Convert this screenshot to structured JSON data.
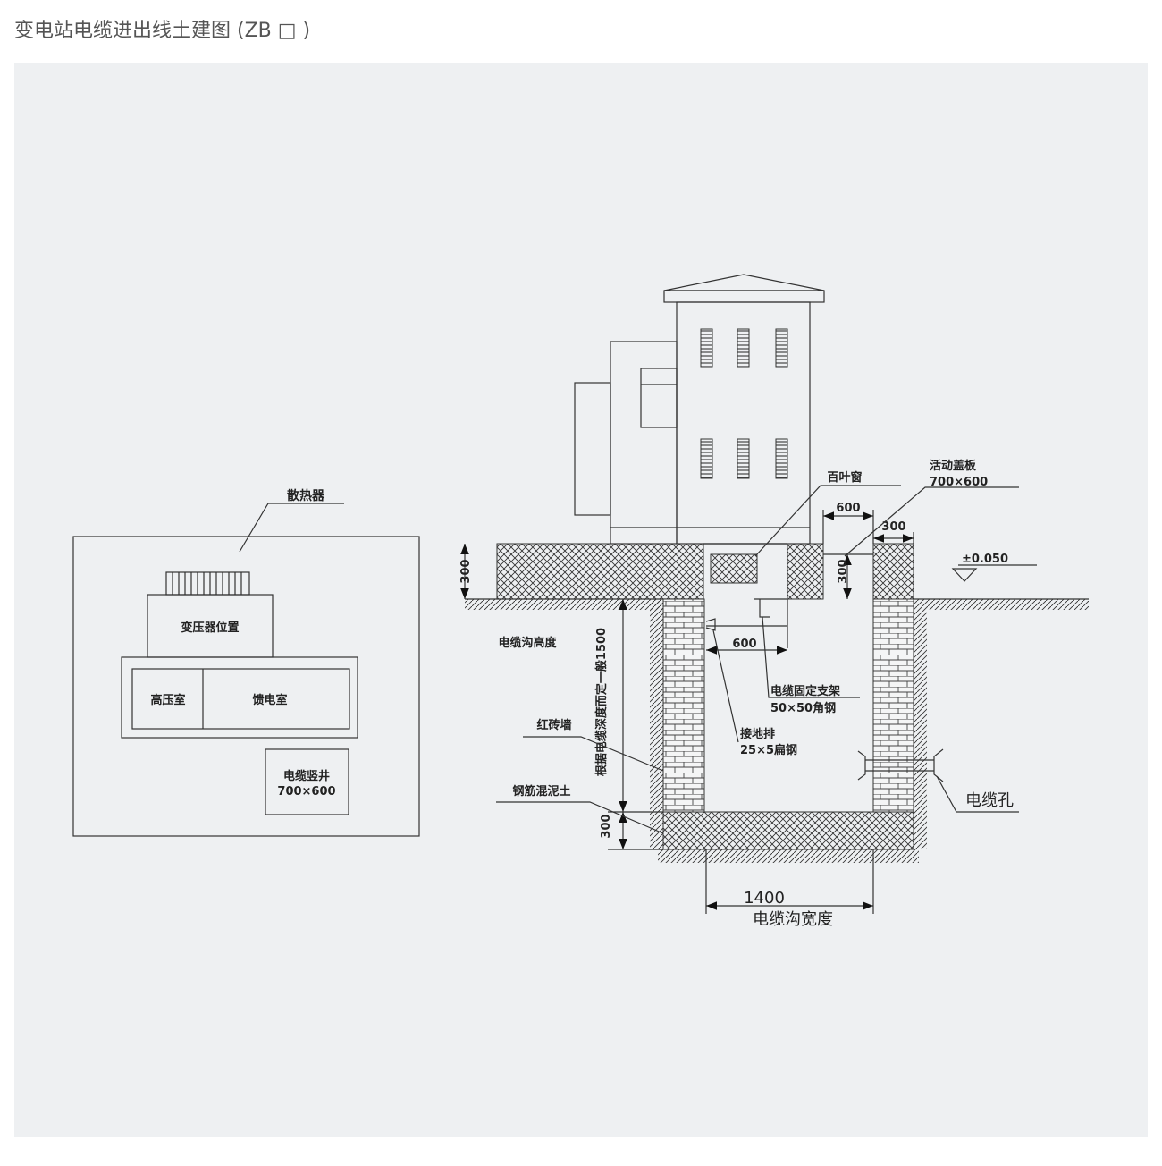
{
  "title": "变电站电缆进出线土建图 (ZB □ )",
  "plan": {
    "radiator": "散热器",
    "transformer": "变压器位置",
    "hv_room": "高压室",
    "feeder_room": "馈电室",
    "shaft": "电缆竖井",
    "shaft_size": "700×600"
  },
  "section": {
    "louver": "百叶窗",
    "cover": "活动盖板",
    "cover_size": "700×600",
    "dim_600_top": "600",
    "dim_300_top": "300",
    "dim_300_slab": "300",
    "dim_300_right": "300",
    "elevation": "±0.050",
    "trench_height": "电缆沟高度",
    "depth_note": "根据电缆深度而定一般1500",
    "dim_600_inner": "600",
    "bracket": "电缆固定支架",
    "bracket_spec": "50×50角钢",
    "ground_bar": "接地排",
    "ground_bar_spec": "25×5扁钢",
    "brick_wall": "红砖墙",
    "concrete": "钢筋混泥土",
    "cable_hole": "电缆孔",
    "dim_300_bottom": "300",
    "width_value": "1400",
    "trench_width": "电缆沟宽度"
  }
}
